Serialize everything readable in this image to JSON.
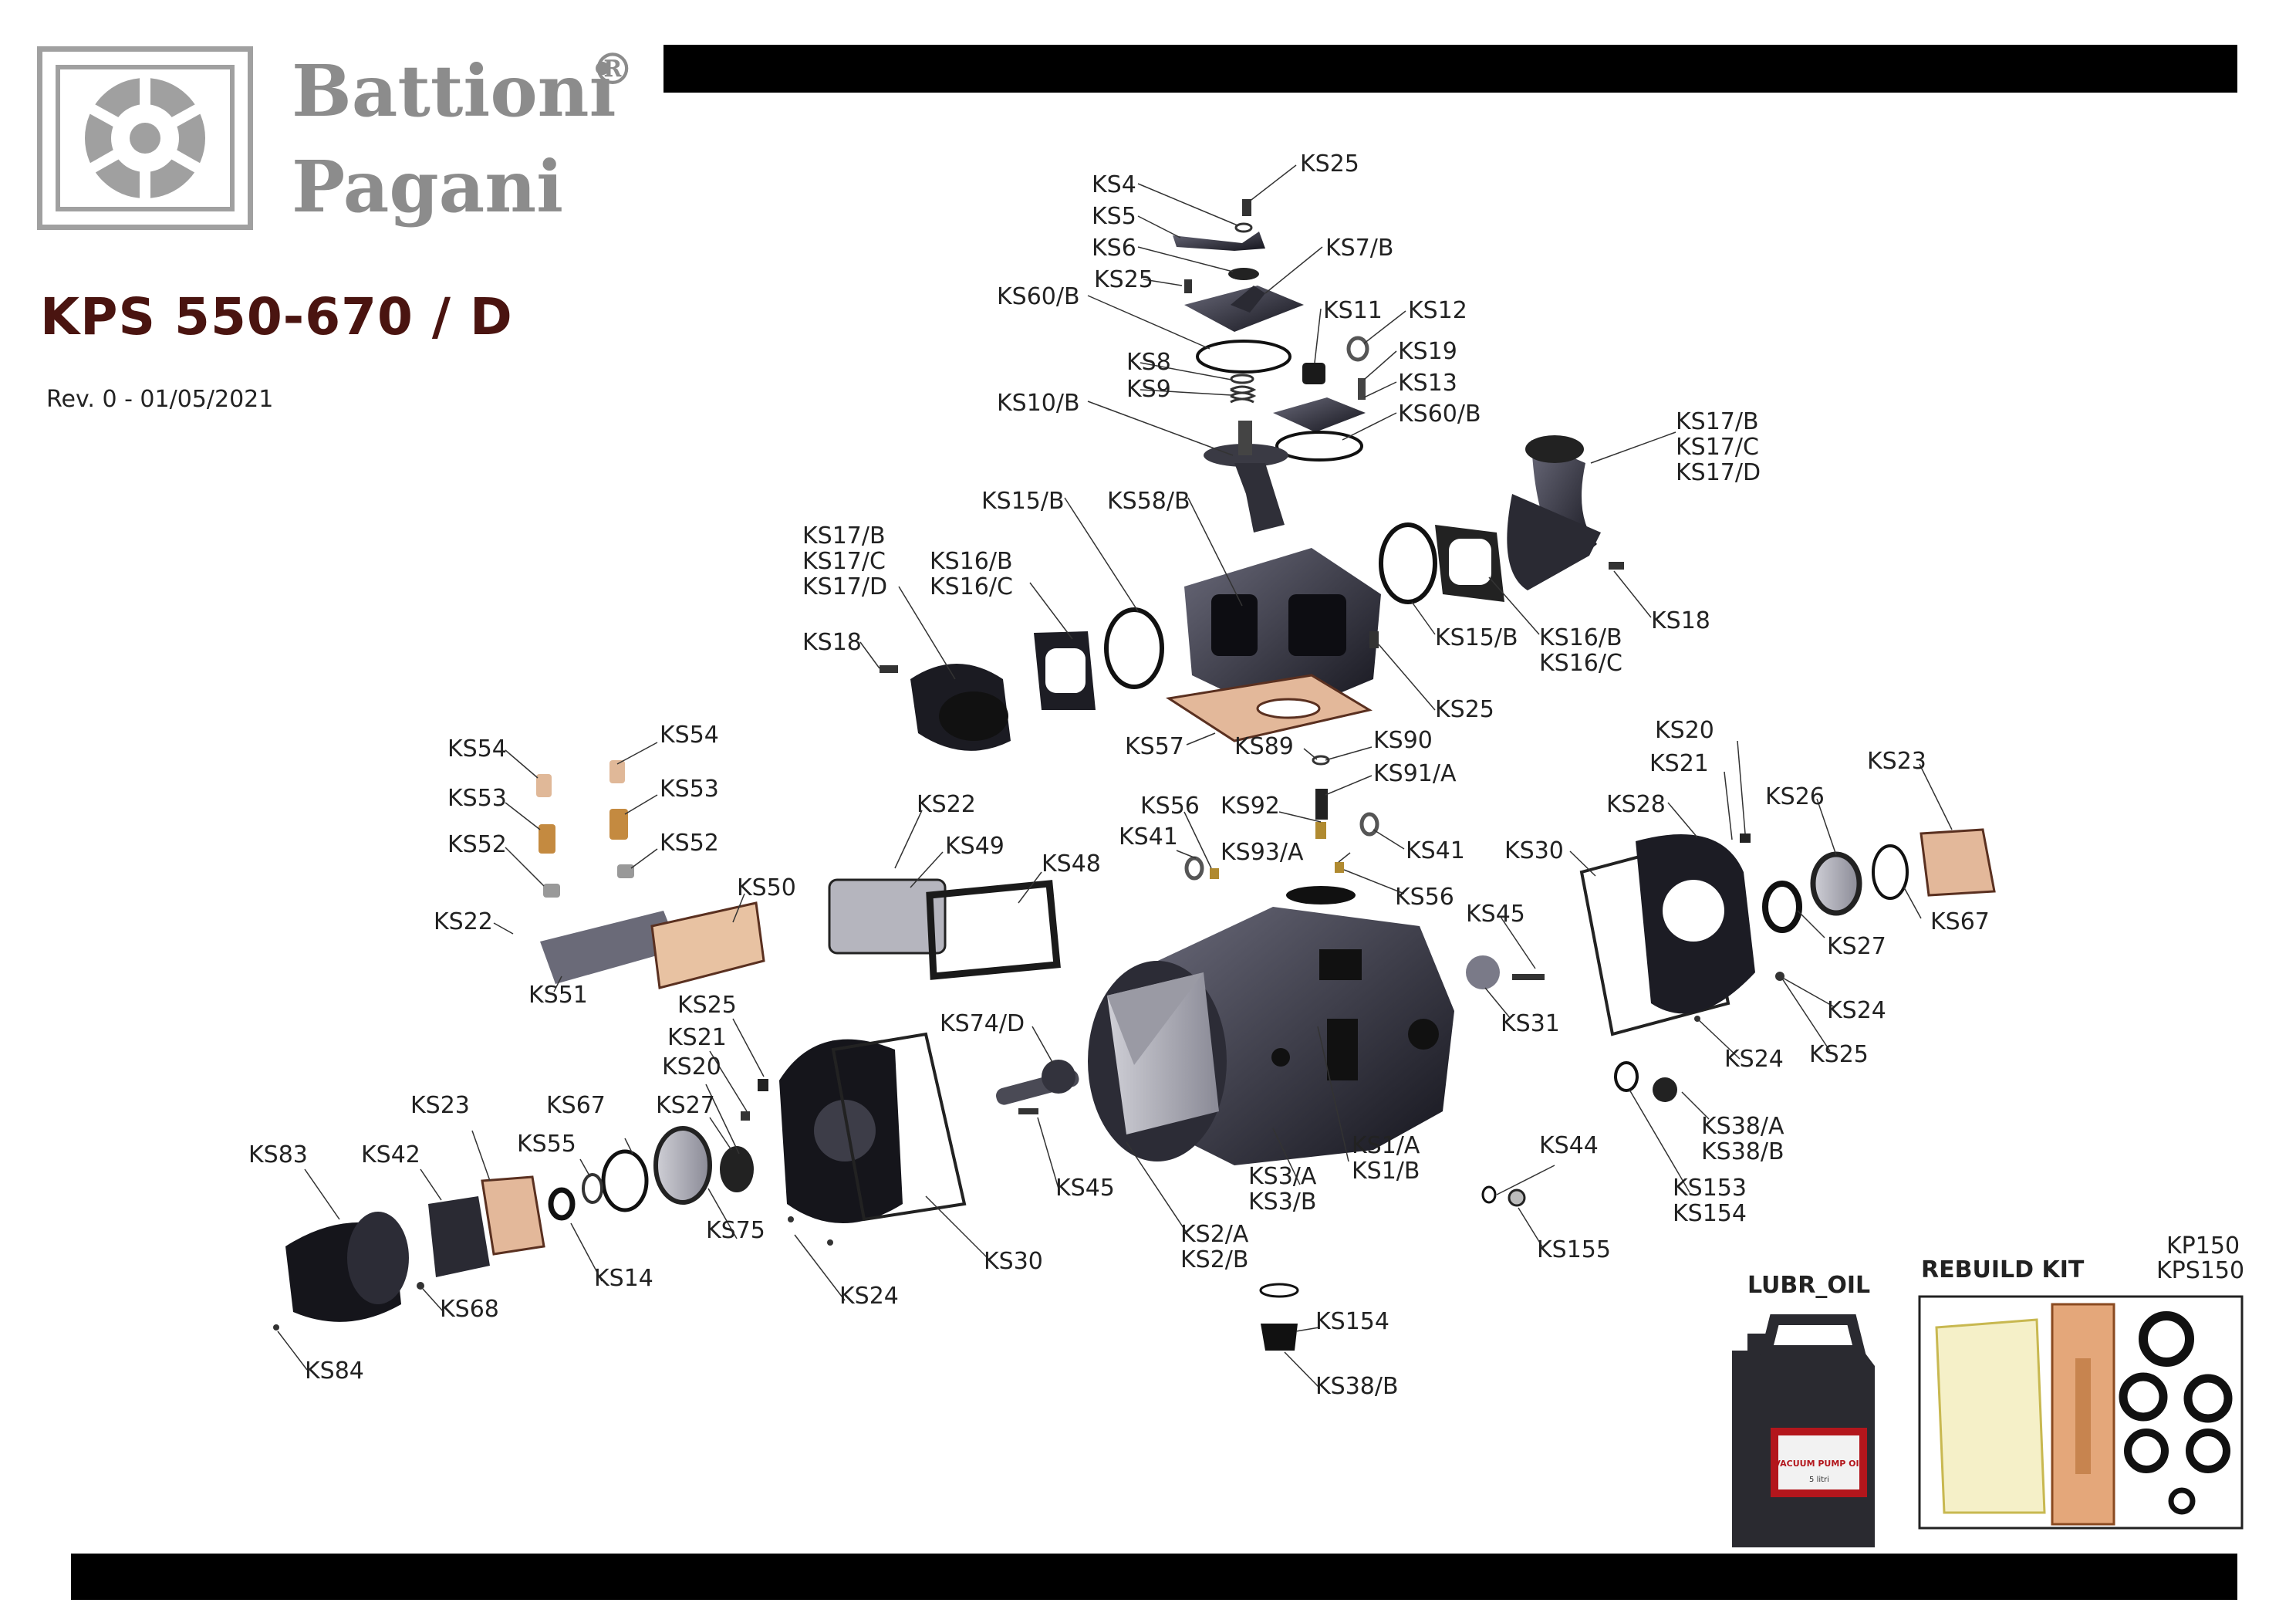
{
  "brand": {
    "line1": "Battioni",
    "line2": "Pagani",
    "registered": "®"
  },
  "model_title": "KPS 550-670 / D",
  "revision": "Rev. 0 - 01/05/2021",
  "kits": {
    "oil_title": "LUBR_OIL",
    "oil_label": "VACUUM PUMP OIL",
    "oil_volume": "5 litri",
    "rebuild_title": "REBUILD KIT",
    "rebuild_codes": [
      "KP150",
      "KPS150"
    ]
  },
  "part_labels": [
    {
      "id": "p1",
      "text": "KS25"
    },
    {
      "id": "p2",
      "text": "KS4"
    },
    {
      "id": "p3",
      "text": "KS5"
    },
    {
      "id": "p4",
      "text": "KS6"
    },
    {
      "id": "p5",
      "text": "KS7/B"
    },
    {
      "id": "p6",
      "text": "KS25"
    },
    {
      "id": "p7",
      "text": "KS60/B"
    },
    {
      "id": "p8",
      "text": "KS11"
    },
    {
      "id": "p9",
      "text": "KS12"
    },
    {
      "id": "p10",
      "text": "KS8"
    },
    {
      "id": "p11",
      "text": "KS19"
    },
    {
      "id": "p12",
      "text": "KS9"
    },
    {
      "id": "p13",
      "text": "KS13"
    },
    {
      "id": "p14",
      "text": "KS10/B"
    },
    {
      "id": "p15",
      "text": "KS60/B"
    },
    {
      "id": "p16",
      "text": "KS17/B"
    },
    {
      "id": "p17",
      "text": "KS17/C"
    },
    {
      "id": "p18",
      "text": "KS17/D"
    },
    {
      "id": "p19",
      "text": "KS15/B"
    },
    {
      "id": "p20",
      "text": "KS58/B"
    },
    {
      "id": "p21",
      "text": "KS17/B"
    },
    {
      "id": "p22",
      "text": "KS17/C"
    },
    {
      "id": "p23",
      "text": "KS17/D"
    },
    {
      "id": "p24",
      "text": "KS16/B"
    },
    {
      "id": "p25",
      "text": "KS16/C"
    },
    {
      "id": "p26",
      "text": "KS18"
    },
    {
      "id": "p27",
      "text": "KS15/B"
    },
    {
      "id": "p28",
      "text": "KS16/B"
    },
    {
      "id": "p29",
      "text": "KS16/C"
    },
    {
      "id": "p30",
      "text": "KS18"
    },
    {
      "id": "p31",
      "text": "KS25"
    },
    {
      "id": "p32",
      "text": "KS57"
    },
    {
      "id": "p33",
      "text": "KS89"
    },
    {
      "id": "p34",
      "text": "KS90"
    },
    {
      "id": "p35",
      "text": "KS91/A"
    },
    {
      "id": "p36",
      "text": "KS54"
    },
    {
      "id": "p37",
      "text": "KS54"
    },
    {
      "id": "p38",
      "text": "KS53"
    },
    {
      "id": "p39",
      "text": "KS53"
    },
    {
      "id": "p40",
      "text": "KS52"
    },
    {
      "id": "p41",
      "text": "KS52"
    },
    {
      "id": "p42",
      "text": "KS22"
    },
    {
      "id": "p43",
      "text": "KS49"
    },
    {
      "id": "p44",
      "text": "KS48"
    },
    {
      "id": "p45",
      "text": "KS56"
    },
    {
      "id": "p46",
      "text": "KS92"
    },
    {
      "id": "p47",
      "text": "KS41"
    },
    {
      "id": "p48",
      "text": "KS93/A"
    },
    {
      "id": "p49",
      "text": "KS41"
    },
    {
      "id": "p50",
      "text": "KS56"
    },
    {
      "id": "p51",
      "text": "KS20"
    },
    {
      "id": "p52",
      "text": "KS21"
    },
    {
      "id": "p53",
      "text": "KS28"
    },
    {
      "id": "p54",
      "text": "KS26"
    },
    {
      "id": "p55",
      "text": "KS23"
    },
    {
      "id": "p56",
      "text": "KS30"
    },
    {
      "id": "p57",
      "text": "KS50"
    },
    {
      "id": "p58",
      "text": "KS22"
    },
    {
      "id": "p59",
      "text": "KS51"
    },
    {
      "id": "p60",
      "text": "KS45"
    },
    {
      "id": "p61",
      "text": "KS27"
    },
    {
      "id": "p62",
      "text": "KS67"
    },
    {
      "id": "p63",
      "text": "KS24"
    },
    {
      "id": "p64",
      "text": "KS31"
    },
    {
      "id": "p65",
      "text": "KS25"
    },
    {
      "id": "p66",
      "text": "KS24"
    },
    {
      "id": "p67",
      "text": "KS25"
    },
    {
      "id": "p68",
      "text": "KS21"
    },
    {
      "id": "p69",
      "text": "KS20"
    },
    {
      "id": "p70",
      "text": "KS74/D"
    },
    {
      "id": "p71",
      "text": "KS23"
    },
    {
      "id": "p72",
      "text": "KS67"
    },
    {
      "id": "p73",
      "text": "KS27"
    },
    {
      "id": "p74",
      "text": "KS38/A"
    },
    {
      "id": "p75",
      "text": "KS38/B"
    },
    {
      "id": "p76",
      "text": "KS55"
    },
    {
      "id": "p77",
      "text": "KS1/A"
    },
    {
      "id": "p78",
      "text": "KS1/B"
    },
    {
      "id": "p79",
      "text": "KS44"
    },
    {
      "id": "p80",
      "text": "KS83"
    },
    {
      "id": "p81",
      "text": "KS42"
    },
    {
      "id": "p82",
      "text": "KS45"
    },
    {
      "id": "p83",
      "text": "KS3/A"
    },
    {
      "id": "p84",
      "text": "KS3/B"
    },
    {
      "id": "p85",
      "text": "KS153"
    },
    {
      "id": "p86",
      "text": "KS154"
    },
    {
      "id": "p87",
      "text": "KS75"
    },
    {
      "id": "p88",
      "text": "KS2/A"
    },
    {
      "id": "p89",
      "text": "KS2/B"
    },
    {
      "id": "p90",
      "text": "KS30"
    },
    {
      "id": "p91",
      "text": "KS14"
    },
    {
      "id": "p92",
      "text": "KS155"
    },
    {
      "id": "p93",
      "text": "KS68"
    },
    {
      "id": "p94",
      "text": "KS24"
    },
    {
      "id": "p95",
      "text": "KS154"
    },
    {
      "id": "p96",
      "text": "KS84"
    },
    {
      "id": "p97",
      "text": "KS38/B"
    }
  ]
}
